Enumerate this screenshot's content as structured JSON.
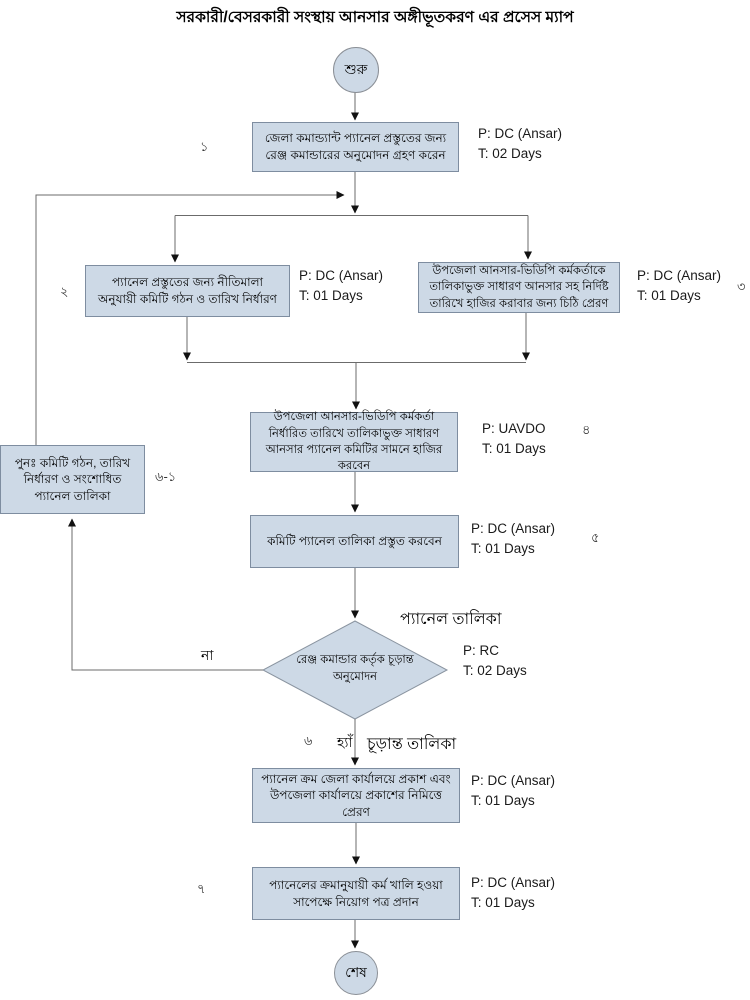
{
  "title": "সরকারী/বেসরকারী সংস্থায় আনসার অঙ্গীভূতকরণ এর প্রসেস ম্যাপ",
  "colors": {
    "node_fill": "#cdd9e6",
    "node_border": "#7e8da0",
    "connector": "#6b6b6b",
    "arrowhead": "#111111",
    "text": "#000000"
  },
  "start_label": "শুরু",
  "end_label": "শেষ",
  "steps": [
    {
      "num": "১",
      "text": "জেলা কমান্ড্যান্ট প্যানেল প্রস্তুতের জন্য রেঞ্জ কমান্ডারের অনুমোদন গ্রহণ করেন",
      "p": "P: DC (Ansar)",
      "t": "T: 02 Days"
    },
    {
      "num": "২",
      "text": "প্যানেল প্রস্তুতের জন্য নীতিমালা অনুযায়ী কমিটি গঠন ও তারিখ নির্ধারণ",
      "p": "P: DC (Ansar)",
      "t": "T: 01 Days"
    },
    {
      "num": "৩",
      "text": "উপজেলা আনসার-ভিডিপি কর্মকর্তাকে তালিকাভুক্ত সাধারণ আনসার সহ নির্দিষ্ট তারিখে হাজির করাবার জন্য চিঠি প্রেরণ",
      "p": "P: DC (Ansar)",
      "t": "T: 01 Days"
    },
    {
      "num": "৪",
      "text": "উপজেলা আনসার-ভিডিপি কর্মকর্তা নির্ধারিত তারিখে তালিকাভুক্ত সাধারণ আনসার প্যানেল কমিটির সামনে হাজির করবেন",
      "p": "P: UAVDO",
      "t": "T: 01 Days"
    },
    {
      "num": "৫",
      "text": "কমিটি প্যানেল তালিকা প্রস্তুত করবেন",
      "p": "P: DC (Ansar)",
      "t": "T: 01 Days"
    },
    {
      "num": "",
      "text": "প্যানেল ক্রম জেলা কার্যালয়ে প্রকাশ এবং উপজেলা কার্যালয়ে প্রকাশের নিমিত্তে প্রেরণ",
      "p": "P: DC (Ansar)",
      "t": "T: 01 Days"
    },
    {
      "num": "৭",
      "text": "প্যানেলের ক্রমানুযায়ী কর্ম খালি হওয়া সাপেক্ষে নিয়োগ পত্র প্রদান",
      "p": "P: DC (Ansar)",
      "t": "T: 01 Days"
    }
  ],
  "decision": {
    "num": "৬",
    "text": "রেঞ্জ কমান্ডার কর্তৃক চূড়ান্ত অনুমোদন",
    "p": "P: RC",
    "t": "T: 02 Days",
    "yes": "হ্যাঁ",
    "no": "না",
    "input_label": "প্যানেল তালিকা",
    "output_label": "চূড়ান্ত তালিকা"
  },
  "rework": {
    "num": "৬-১",
    "text": "পুনঃ  কমিটি গঠন, তারিখ নির্ধারণ ও সংশোধিত প্যানেল তালিকা"
  }
}
